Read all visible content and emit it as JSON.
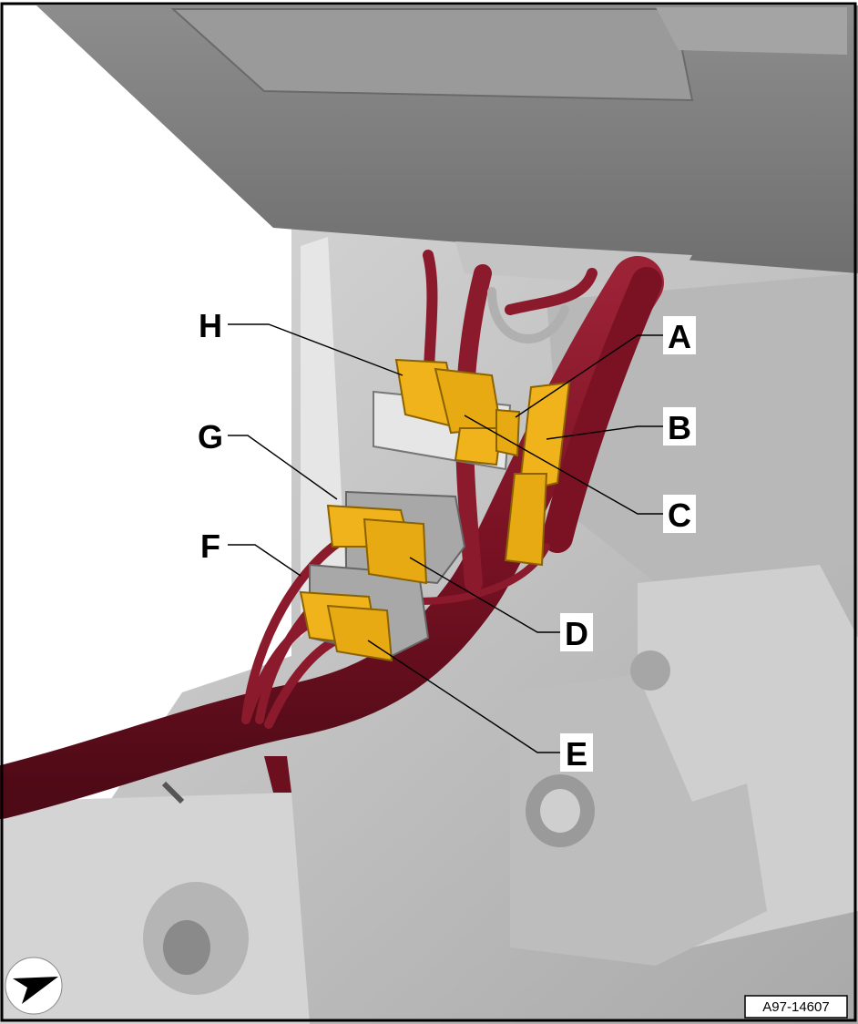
{
  "figure": {
    "reference_code": "A97-14607",
    "callouts": [
      "H",
      "A",
      "B",
      "G",
      "C",
      "F",
      "D",
      "E"
    ]
  },
  "colors": {
    "harness": "#7e1424",
    "connector": "#f0b31c",
    "body_gray": "#c9c9c9",
    "frame": "#000000"
  },
  "icons": {
    "orientation": "direction-arrow-icon"
  }
}
